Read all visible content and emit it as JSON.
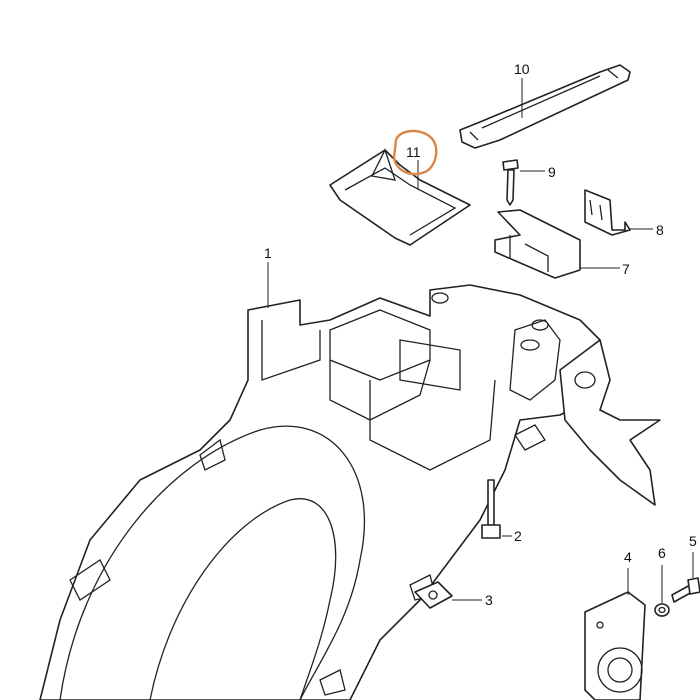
{
  "diagram": {
    "callouts": [
      {
        "id": "part-1",
        "label": "1"
      },
      {
        "id": "part-2",
        "label": "2"
      },
      {
        "id": "part-3",
        "label": "3"
      },
      {
        "id": "part-4",
        "label": "4"
      },
      {
        "id": "part-5",
        "label": "5"
      },
      {
        "id": "part-6",
        "label": "6"
      },
      {
        "id": "part-7",
        "label": "7"
      },
      {
        "id": "part-8",
        "label": "8"
      },
      {
        "id": "part-9",
        "label": "9"
      },
      {
        "id": "part-10",
        "label": "10"
      },
      {
        "id": "part-11",
        "label": "11"
      }
    ],
    "highlight_color": "#d9864a",
    "highlighted_part": "11"
  }
}
